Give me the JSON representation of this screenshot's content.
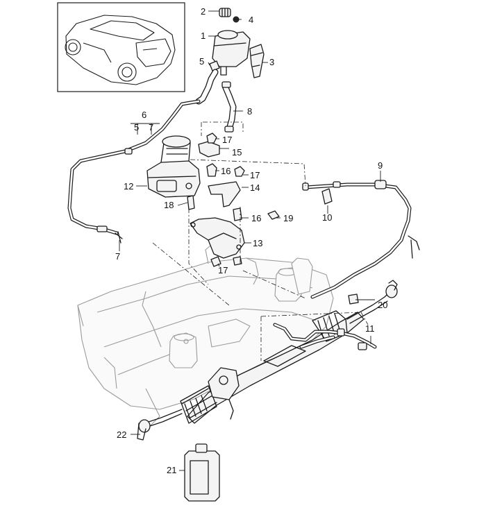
{
  "callouts": {
    "c1": "1",
    "c2": "2",
    "c3": "3",
    "c4": "4",
    "c5a": "5",
    "c5b": "5",
    "c6": "6",
    "c7a": "7",
    "c7b": "7",
    "c8": "8",
    "c9": "9",
    "c10": "10",
    "c11": "11",
    "c12": "12",
    "c13": "13",
    "c14": "14",
    "c15": "15",
    "c16a": "16",
    "c16b": "16",
    "c17a": "17",
    "c17b": "17",
    "c17c": "17",
    "c18": "18",
    "c19": "19",
    "c20": "20",
    "c21": "21",
    "c22": "22"
  }
}
